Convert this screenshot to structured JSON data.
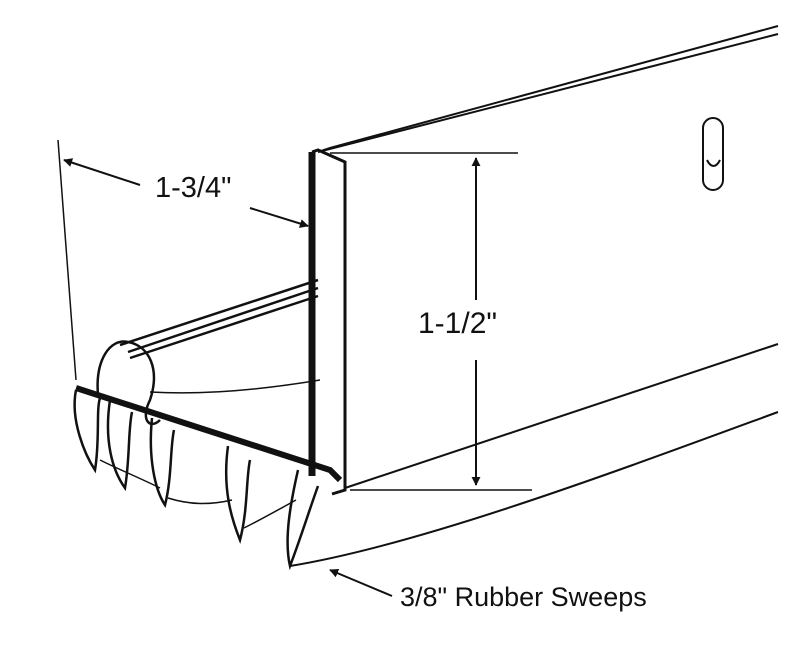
{
  "dimensions": {
    "width_label": "1-3/4\"",
    "height_label": "1-1/2\""
  },
  "callouts": {
    "sweeps_label": "3/8\" Rubber Sweeps"
  },
  "colors": {
    "stroke": "#111111",
    "background": "#ffffff"
  }
}
